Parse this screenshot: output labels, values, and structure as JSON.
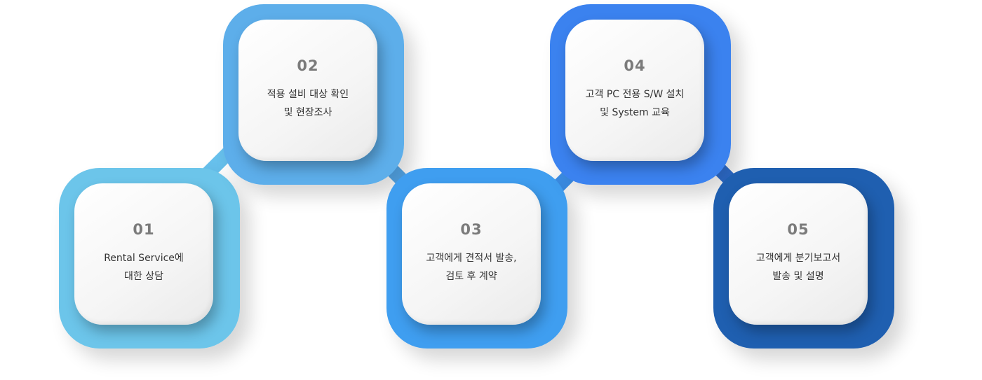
{
  "steps": [
    {
      "number": "01",
      "line1": "Rental Service에",
      "line2": "대한 상담",
      "color": "#6cc5ea"
    },
    {
      "number": "02",
      "line1": "적용 설비 대상 확인",
      "line2": "및 현장조사",
      "color": "#5daeea"
    },
    {
      "number": "03",
      "line1": "고객에게 견적서 발송,",
      "line2": "검토 후 계약",
      "color": "#3f9ef0"
    },
    {
      "number": "04",
      "line1": "고객 PC 전용 S/W 설치",
      "line2": "및 System 교육",
      "color": "#3b82ef"
    },
    {
      "number": "05",
      "line1": "고객에게 분기보고서",
      "line2": "발송 및 설명",
      "color": "#1f5fb0"
    }
  ]
}
